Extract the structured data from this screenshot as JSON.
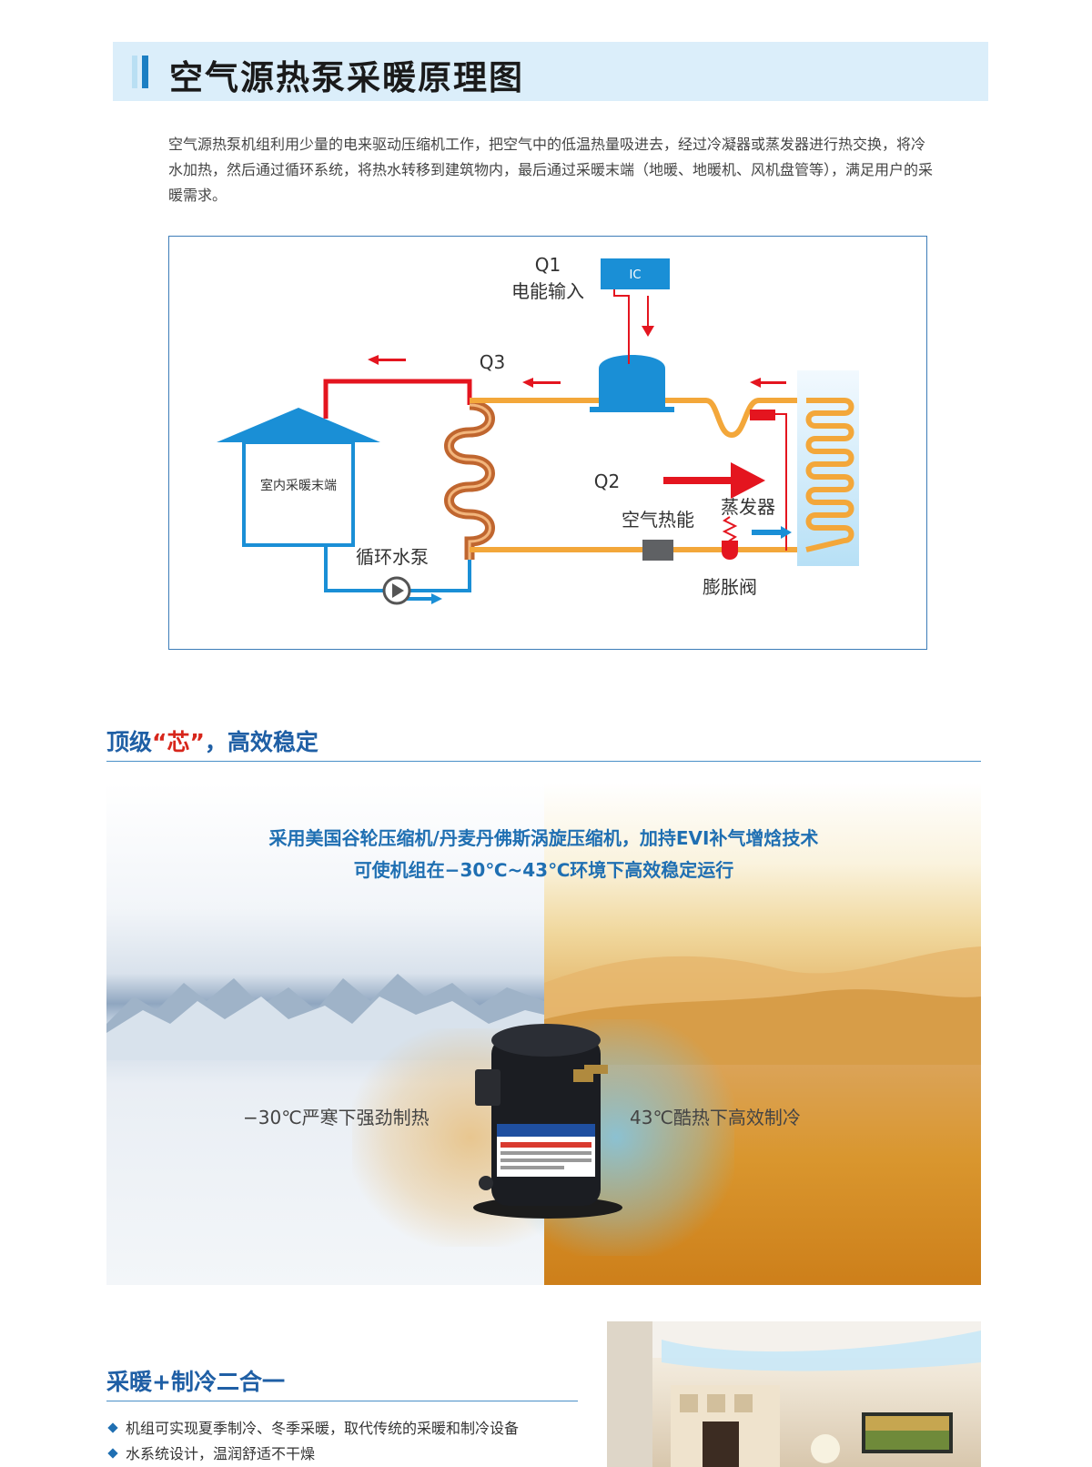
{
  "section1": {
    "title": "空气源热泵采暖原理图",
    "intro": "空气源热泵机组利用少量的电来驱动压缩机工作，把空气中的低温热量吸进去，经过冷凝器或蒸发器进行热交换，将冷水加热，然后通过循环系统，将热水转移到建筑物内，最后通过采暖末端（地暖、地暖机、风机盘管等），满足用户的采暖需求。"
  },
  "diagram": {
    "q1": "Q1",
    "electric_input": "电能输入",
    "ic": "IC",
    "q3": "Q3",
    "q2": "Q2",
    "indoor_terminal": "室内采暖末端",
    "circulation_pump": "循环水泵",
    "air_heat": "空气热能",
    "evaporator": "蒸发器",
    "expansion_valve": "膨胀阀",
    "colors": {
      "hot": "#e4151f",
      "cold": "#1a8fd6",
      "refrigerant": "#f3a73a",
      "coil": "#c0662f"
    }
  },
  "section2": {
    "title_prefix": "顶级",
    "title_highlight": "“芯”",
    "title_suffix": "，高效稳定",
    "line1": "采用美国谷轮压缩机/丹麦丹佛斯涡旋压缩机，加持EVI补气增焓技术",
    "line2": "可使机组在−30℃~43℃环境下高效稳定运行",
    "caption_cold": "−30℃严寒下强劲制热",
    "caption_hot": "43℃酷热下高效制冷"
  },
  "section3": {
    "title": "采暖+制冷二合一",
    "bullets": [
      "机组可实现夏季制冷、冬季采暖，取代传统的采暖和制冷设备",
      "水系统设计，温润舒适不干燥"
    ]
  }
}
